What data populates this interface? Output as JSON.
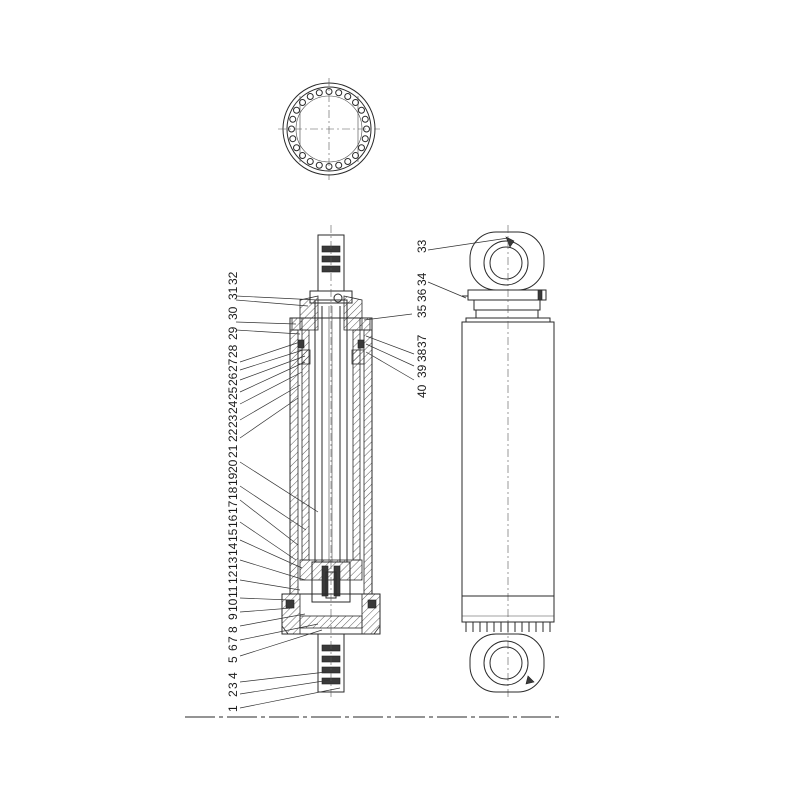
{
  "labels": {
    "left_stack": [
      "1",
      "2",
      "3",
      "4",
      "5",
      "6",
      "7",
      "8",
      "9",
      "10",
      "11",
      "12",
      "13",
      "14",
      "15",
      "16",
      "17",
      "18",
      "19",
      "20",
      "21",
      "22",
      "23",
      "24",
      "25",
      "26",
      "27",
      "28",
      "29",
      "30",
      "31",
      "32"
    ],
    "right_stack": [
      "33",
      "34",
      "35",
      "36",
      "37",
      "38",
      "39",
      "40"
    ]
  },
  "colors": {
    "line": "#2a2a2a",
    "background": "#ffffff"
  }
}
